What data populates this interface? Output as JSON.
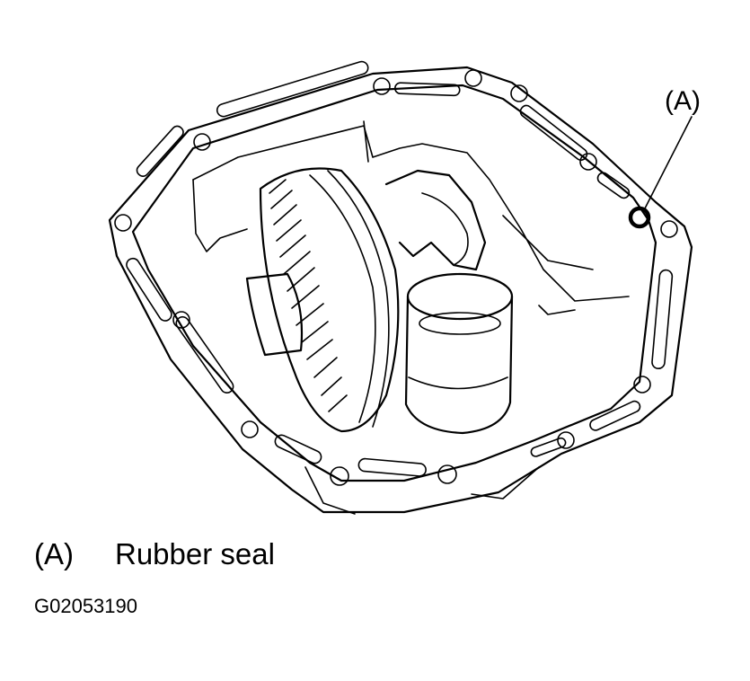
{
  "callout": {
    "label": "(A)"
  },
  "legend": {
    "key": "(A)",
    "text": "Rubber seal"
  },
  "figure_code": "G02053190"
}
